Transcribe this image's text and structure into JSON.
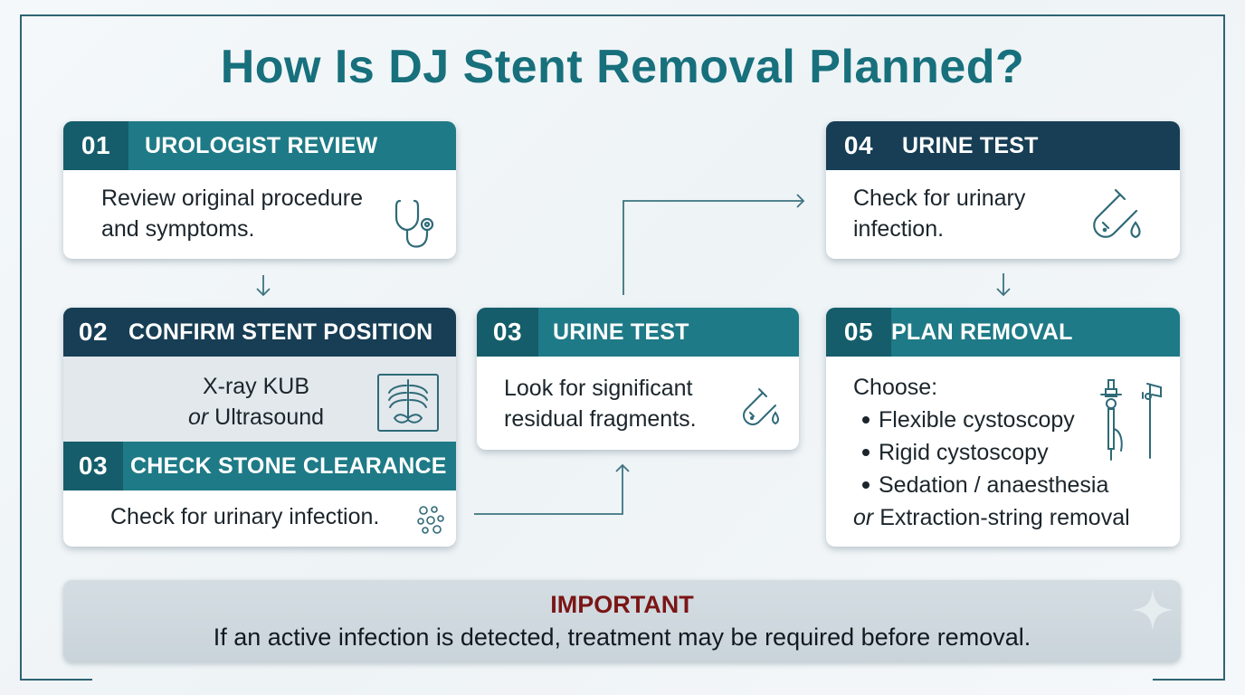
{
  "title": "How Is DJ Stent Removal Planned?",
  "steps": [
    {
      "num": "01",
      "label": "UROLOGIST REVIEW",
      "lines": [
        "Review original procedure",
        "and symptoms."
      ],
      "icon": "stethoscope-icon"
    },
    {
      "num": "02",
      "label": "CONFIRM STENT POSITION",
      "line1": "X-ray KUB",
      "or_word": "or",
      "line2": "Ultrasound",
      "icon": "xray-icon"
    },
    {
      "num": "03",
      "label": "CHECK STONE CLEARANCE",
      "lines": [
        "Check for urinary infection."
      ],
      "icon": "stone-fragments-icon"
    },
    {
      "num": "03",
      "label": "URINE TEST",
      "lines": [
        "Look for significant",
        "residual fragments."
      ],
      "icon": "test-tube-icon"
    },
    {
      "num": "04",
      "label": "URINE TEST",
      "lines": [
        "Check for urinary",
        "infection."
      ],
      "icon": "test-tube-icon"
    },
    {
      "num": "05",
      "label": "PLAN REMOVAL",
      "intro": "Choose:",
      "options": [
        "Flexible cystoscopy",
        "Rigid cystoscopy",
        "Sedation / anaesthesia"
      ],
      "or_word": "or",
      "last_option": "Extraction-string removal",
      "icon": "cystoscope-icon"
    }
  ],
  "important": {
    "heading": "IMPORTANT",
    "message": "If an active infection is detected, treatment may be required before removal."
  },
  "colors": {
    "title": "#17707c",
    "header_teal": "#1e7a86",
    "header_dark": "#155d6a",
    "header_navy": "#173e55",
    "important_heading": "#7a1616",
    "arrow": "#3d7480"
  }
}
